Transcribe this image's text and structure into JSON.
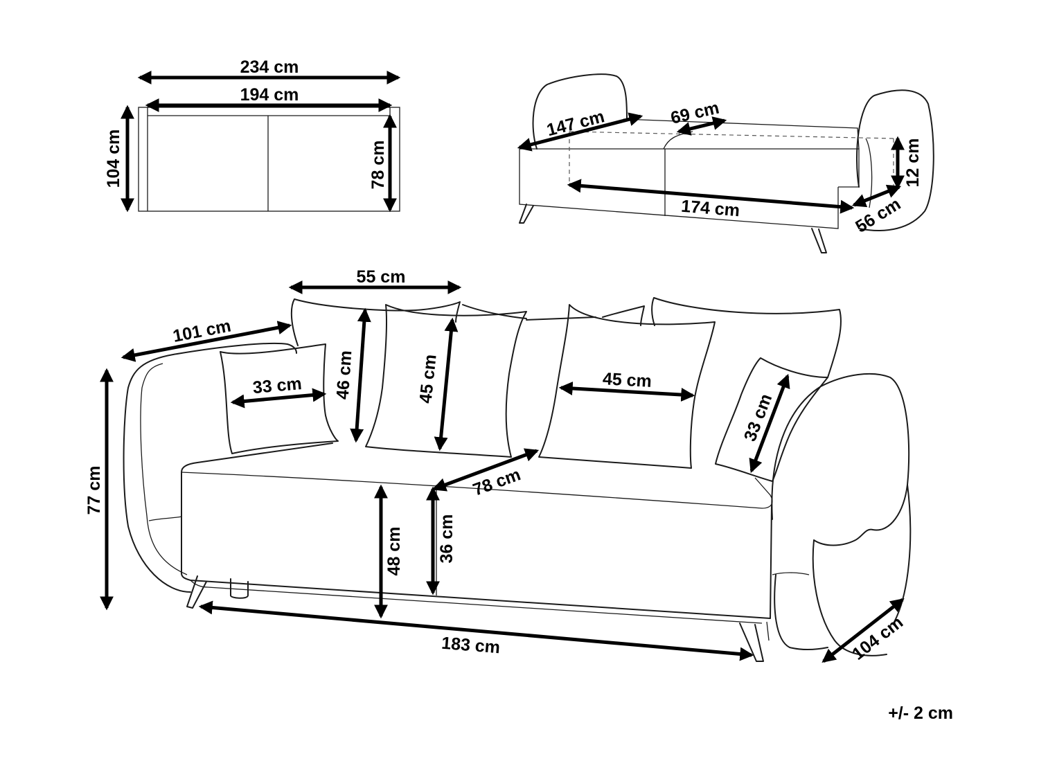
{
  "diagram": {
    "tolerance": "+/- 2 cm",
    "top_view": {
      "overall_width": "234 cm",
      "seat_width": "194 cm",
      "overall_depth": "104 cm",
      "seat_depth": "78 cm"
    },
    "bed_view": {
      "bed_depth": "147 cm",
      "cushion_width": "69 cm",
      "bed_length": "174 cm",
      "mattress_thickness": "12 cm",
      "arm_depth": "56 cm"
    },
    "front_view": {
      "back_cushion_width": "55 cm",
      "arm_depth": "101 cm",
      "small_cushion_width": "33 cm",
      "back_cushion_height": "46 cm",
      "cushion_height": "45 cm",
      "cushion_width": "45 cm",
      "small_cushion_height": "33 cm",
      "seat_depth": "78 cm",
      "total_height": "77 cm",
      "seat_height": "48 cm",
      "seat_base_height": "36 cm",
      "seat_width": "183 cm",
      "total_depth": "104 cm"
    }
  }
}
